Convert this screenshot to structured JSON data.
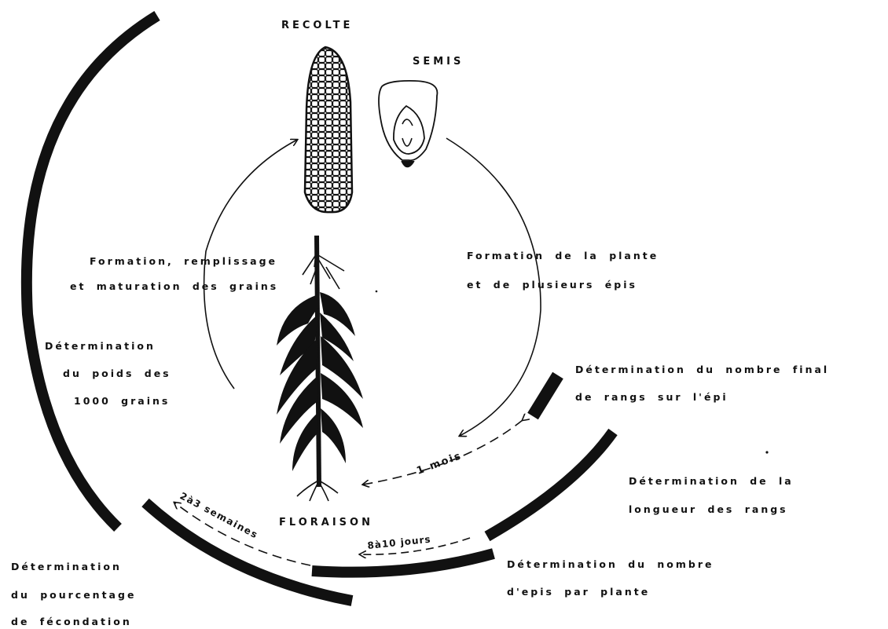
{
  "stages": {
    "harvest": "RECOLTE",
    "sowing": "SEMIS",
    "flowering": "FLORAISON"
  },
  "phases": {
    "plant_formation": [
      "Formation de la plante",
      "et de plusieurs épis"
    ],
    "grain_formation": [
      "Formation, remplissage",
      "et maturation des grains"
    ]
  },
  "determinations": {
    "rows_number": [
      "Détermination du nombre final",
      "de rangs sur l'épi"
    ],
    "rows_length": [
      "Détermination de la",
      "longueur des rangs"
    ],
    "ears_number": [
      "Détermination du nombre",
      "d'epis par plante"
    ],
    "fertilization": [
      "Détermination",
      "du pourcentage",
      "de fécondation"
    ],
    "grain_weight": [
      "Détermination",
      "du poids des",
      "1000 grains"
    ]
  },
  "durations": {
    "one_month": "1 mois",
    "eight_to_ten_days": "8à10 jours",
    "two_to_three_weeks": "2à3 semaines"
  },
  "colors": {
    "ink": "#111111",
    "paper": "#ffffff"
  }
}
